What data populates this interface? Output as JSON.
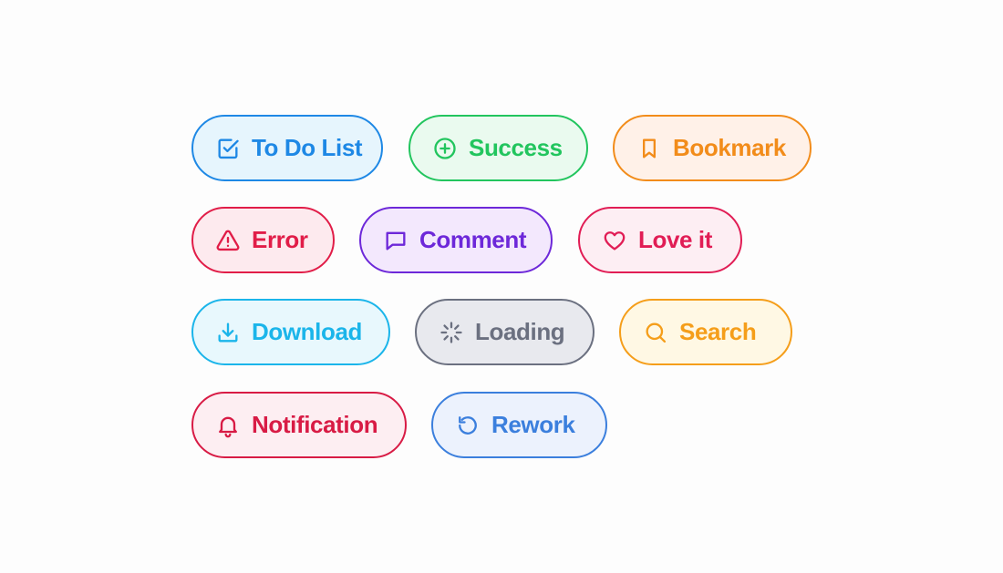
{
  "chips": [
    {
      "key": "todo",
      "label": "To Do List",
      "icon": "checkbox-icon",
      "color": "#1e88e5",
      "bg": "#e6f5fd"
    },
    {
      "key": "success",
      "label": "Success",
      "icon": "plus-circle-icon",
      "color": "#22c55e",
      "bg": "#eafaef"
    },
    {
      "key": "bookmark",
      "label": "Bookmark",
      "icon": "bookmark-icon",
      "color": "#f28c1a",
      "bg": "#fff1e8"
    },
    {
      "key": "error",
      "label": "Error",
      "icon": "warning-icon",
      "color": "#e11d48",
      "bg": "#fdeaee"
    },
    {
      "key": "comment",
      "label": "Comment",
      "icon": "chat-bubble-icon",
      "color": "#6d28d9",
      "bg": "#f3e8fd"
    },
    {
      "key": "love",
      "label": "Love it",
      "icon": "heart-icon",
      "color": "#e11d55",
      "bg": "#fdeef3"
    },
    {
      "key": "download",
      "label": "Download",
      "icon": "download-icon",
      "color": "#1bb5ea",
      "bg": "#e8f8fd"
    },
    {
      "key": "loading",
      "label": "Loading",
      "icon": "loader-icon",
      "color": "#6b7080",
      "bg": "#e8e9ee"
    },
    {
      "key": "search",
      "label": "Search",
      "icon": "search-icon",
      "color": "#f59e1a",
      "bg": "#fff8e4"
    },
    {
      "key": "notif",
      "label": "Notification",
      "icon": "bell-icon",
      "color": "#d81b45",
      "bg": "#fdeef2"
    },
    {
      "key": "rework",
      "label": "Rework",
      "icon": "refresh-icon",
      "color": "#3b7fdd",
      "bg": "#ecf2fd"
    }
  ]
}
